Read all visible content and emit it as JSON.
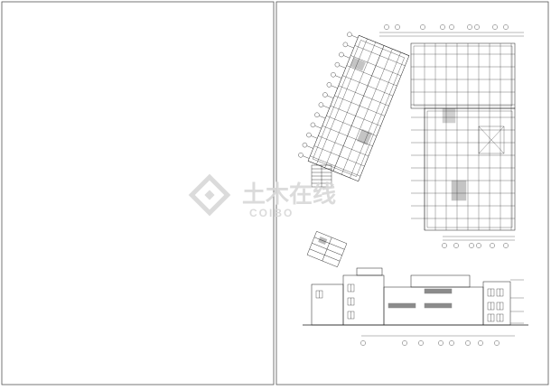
{
  "sheets": [
    {
      "id": "left-sheet",
      "content": "blank"
    },
    {
      "id": "right-sheet",
      "content": "architectural-drawing"
    }
  ],
  "watermark": {
    "brand_cn": "土木在线",
    "brand_en": "COIBO",
    "logo_icon": "diamond-logo-icon",
    "color": "#d8d8d8"
  },
  "drawing": {
    "line_color": "#1a1a1a",
    "views": [
      "angled-wing-floor-plan",
      "main-building-floor-plan",
      "stair-detail-plans",
      "front-elevation"
    ]
  }
}
